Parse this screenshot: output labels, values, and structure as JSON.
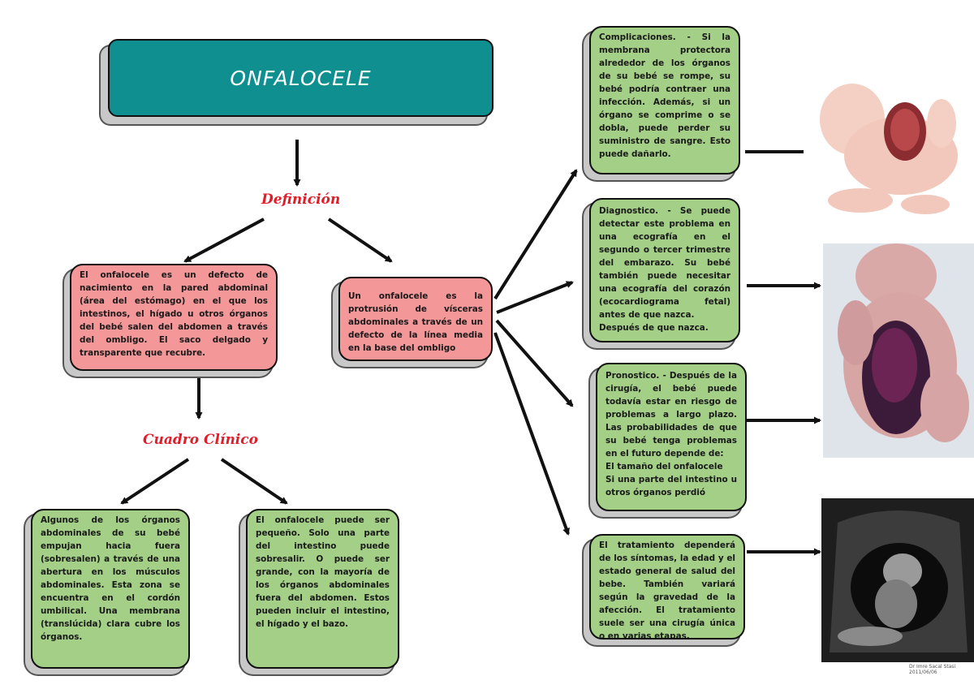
{
  "title": "ONFALOCELE",
  "headings": {
    "definicion": "Definición",
    "cuadro_clinico": "Cuadro Clínico"
  },
  "definitions": {
    "left": "El onfalocele es un defecto de nacimiento en la pared abdominal (área del estómago) en el que los intestinos, el hígado u otros órganos del bebé salen del abdomen a través del ombligo. El saco delgado y transparente que recubre.",
    "right": "Un onfalocele es la protrusión de vísceras abdominales a través de un defecto de la línea media en la base del ombligo"
  },
  "clinical": {
    "left": "Algunos de los órganos abdominales de su bebé empujan hacia fuera (sobresalen) a través de una abertura en los músculos abdominales. Esta zona se encuentra en el cordón umbilical. Una membrana (translúcida) clara cubre los órganos.",
    "right": "El onfalocele puede ser pequeño. Solo una parte del intestino puede sobresalir. O puede ser grande, con la mayoría de los órganos abdominales fuera del abdomen. Estos pueden incluir el intestino, el hígado y el bazo."
  },
  "right_column": {
    "complicaciones": "Complicaciones. - Si la membrana protectora alrededor de los órganos de su bebé se rompe, su bebé podría contraer una infección. Además, si un órgano se comprime o se dobla, puede perder su suministro de sangre. Esto puede dañarlo.",
    "diagnostico": "Diagnostico. - Se puede detectar este problema en una ecografía en el segundo o tercer trimestre del embarazo. Su bebé también puede necesitar una ecografía del corazón (ecocardiograma fetal) antes de que nazca.",
    "diagnostico_extra": "Después de que nazca.",
    "pronostico": "Pronostico. - Después de la cirugía, el bebé puede todavía estar en riesgo de problemas a largo plazo. Las probabilidades de que su bebé tenga problemas en el futuro depende de:",
    "pronostico_item1": "El tamaño del onfalocele",
    "pronostico_item2": "Si una parte del intestino u otros órganos perdió",
    "tratamiento": "El tratamiento dependerá de los síntomas, la edad y el estado general de salud del bebe. También variará según la gravedad de la afección. El tratamiento suele ser una cirugía única o en varias etapas."
  },
  "photo_caption": "Dr Imre Sacal Stasi 2011/06/06",
  "colors": {
    "teal": "#0f8f8f",
    "green_box": "#a3cf86",
    "pink_box": "#f49798",
    "heading_red": "#e01e2a"
  }
}
